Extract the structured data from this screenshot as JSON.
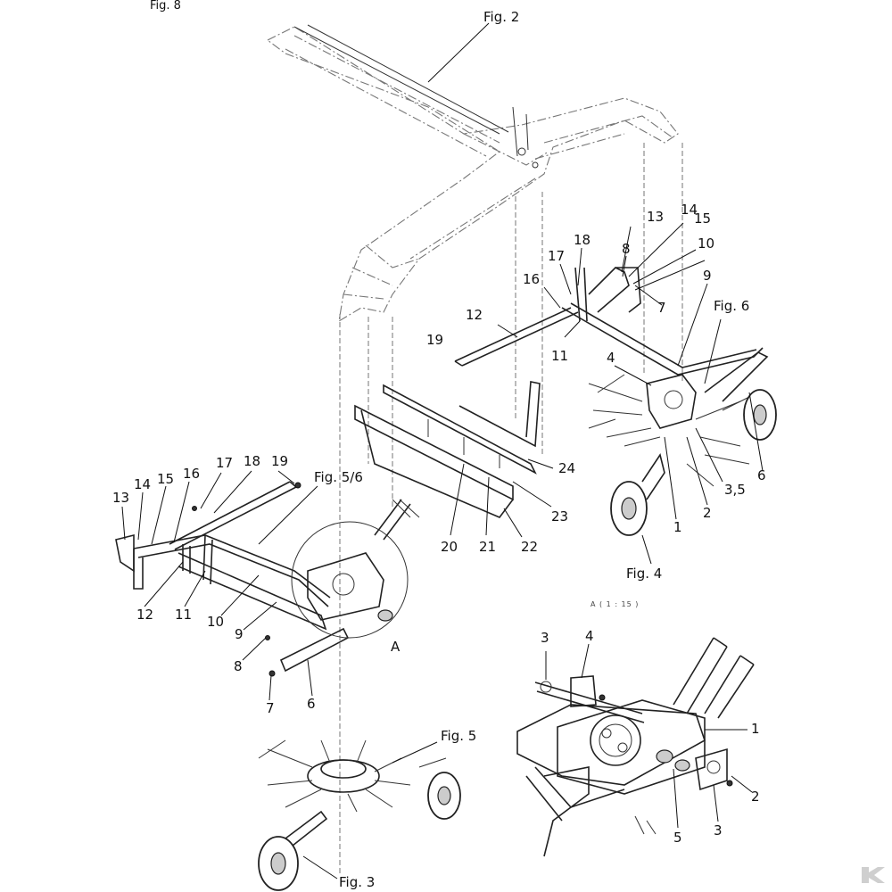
{
  "figure": {
    "header": "Fig. 8",
    "detail_scale": "A ( 1 : 15 )",
    "detail_marker": "A"
  },
  "figure_refs": {
    "fig2": "Fig. 2",
    "fig6": "Fig. 6",
    "fig4": "Fig. 4",
    "fig56": "Fig. 5/6",
    "fig5": "Fig. 5",
    "fig3": "Fig. 3"
  },
  "callouts_right": [
    {
      "id": "r8",
      "text": "8"
    },
    {
      "id": "r13",
      "text": "13"
    },
    {
      "id": "r14",
      "text": "14"
    },
    {
      "id": "r15",
      "text": "15"
    },
    {
      "id": "r10",
      "text": "10"
    },
    {
      "id": "r18",
      "text": "18"
    },
    {
      "id": "r17",
      "text": "17"
    },
    {
      "id": "r16",
      "text": "16"
    },
    {
      "id": "r9",
      "text": "9"
    },
    {
      "id": "r7",
      "text": "7"
    },
    {
      "id": "r12",
      "text": "12"
    },
    {
      "id": "r19",
      "text": "19"
    },
    {
      "id": "r11",
      "text": "11"
    },
    {
      "id": "r4",
      "text": "4"
    },
    {
      "id": "r6",
      "text": "6"
    },
    {
      "id": "r35",
      "text": "3,5"
    },
    {
      "id": "r2",
      "text": "2"
    },
    {
      "id": "r1",
      "text": "1"
    }
  ],
  "callouts_middle": [
    {
      "id": "m24",
      "text": "24"
    },
    {
      "id": "m23",
      "text": "23"
    },
    {
      "id": "m20",
      "text": "20"
    },
    {
      "id": "m21",
      "text": "21"
    },
    {
      "id": "m22",
      "text": "22"
    }
  ],
  "callouts_left": [
    {
      "id": "l13",
      "text": "13"
    },
    {
      "id": "l14",
      "text": "14"
    },
    {
      "id": "l15",
      "text": "15"
    },
    {
      "id": "l16",
      "text": "16"
    },
    {
      "id": "l17",
      "text": "17"
    },
    {
      "id": "l18",
      "text": "18"
    },
    {
      "id": "l19",
      "text": "19"
    },
    {
      "id": "l12",
      "text": "12"
    },
    {
      "id": "l11",
      "text": "11"
    },
    {
      "id": "l10",
      "text": "10"
    },
    {
      "id": "l9",
      "text": "9"
    },
    {
      "id": "l8",
      "text": "8"
    },
    {
      "id": "l7",
      "text": "7"
    },
    {
      "id": "l6",
      "text": "6"
    }
  ],
  "callouts_detail": [
    {
      "id": "d3a",
      "text": "3"
    },
    {
      "id": "d4",
      "text": "4"
    },
    {
      "id": "d1",
      "text": "1"
    },
    {
      "id": "d2",
      "text": "2"
    },
    {
      "id": "d5",
      "text": "5"
    },
    {
      "id": "d3b",
      "text": "3"
    }
  ],
  "logo": {
    "icon": "brand-logo-icon",
    "color": "#cfcfcf"
  }
}
